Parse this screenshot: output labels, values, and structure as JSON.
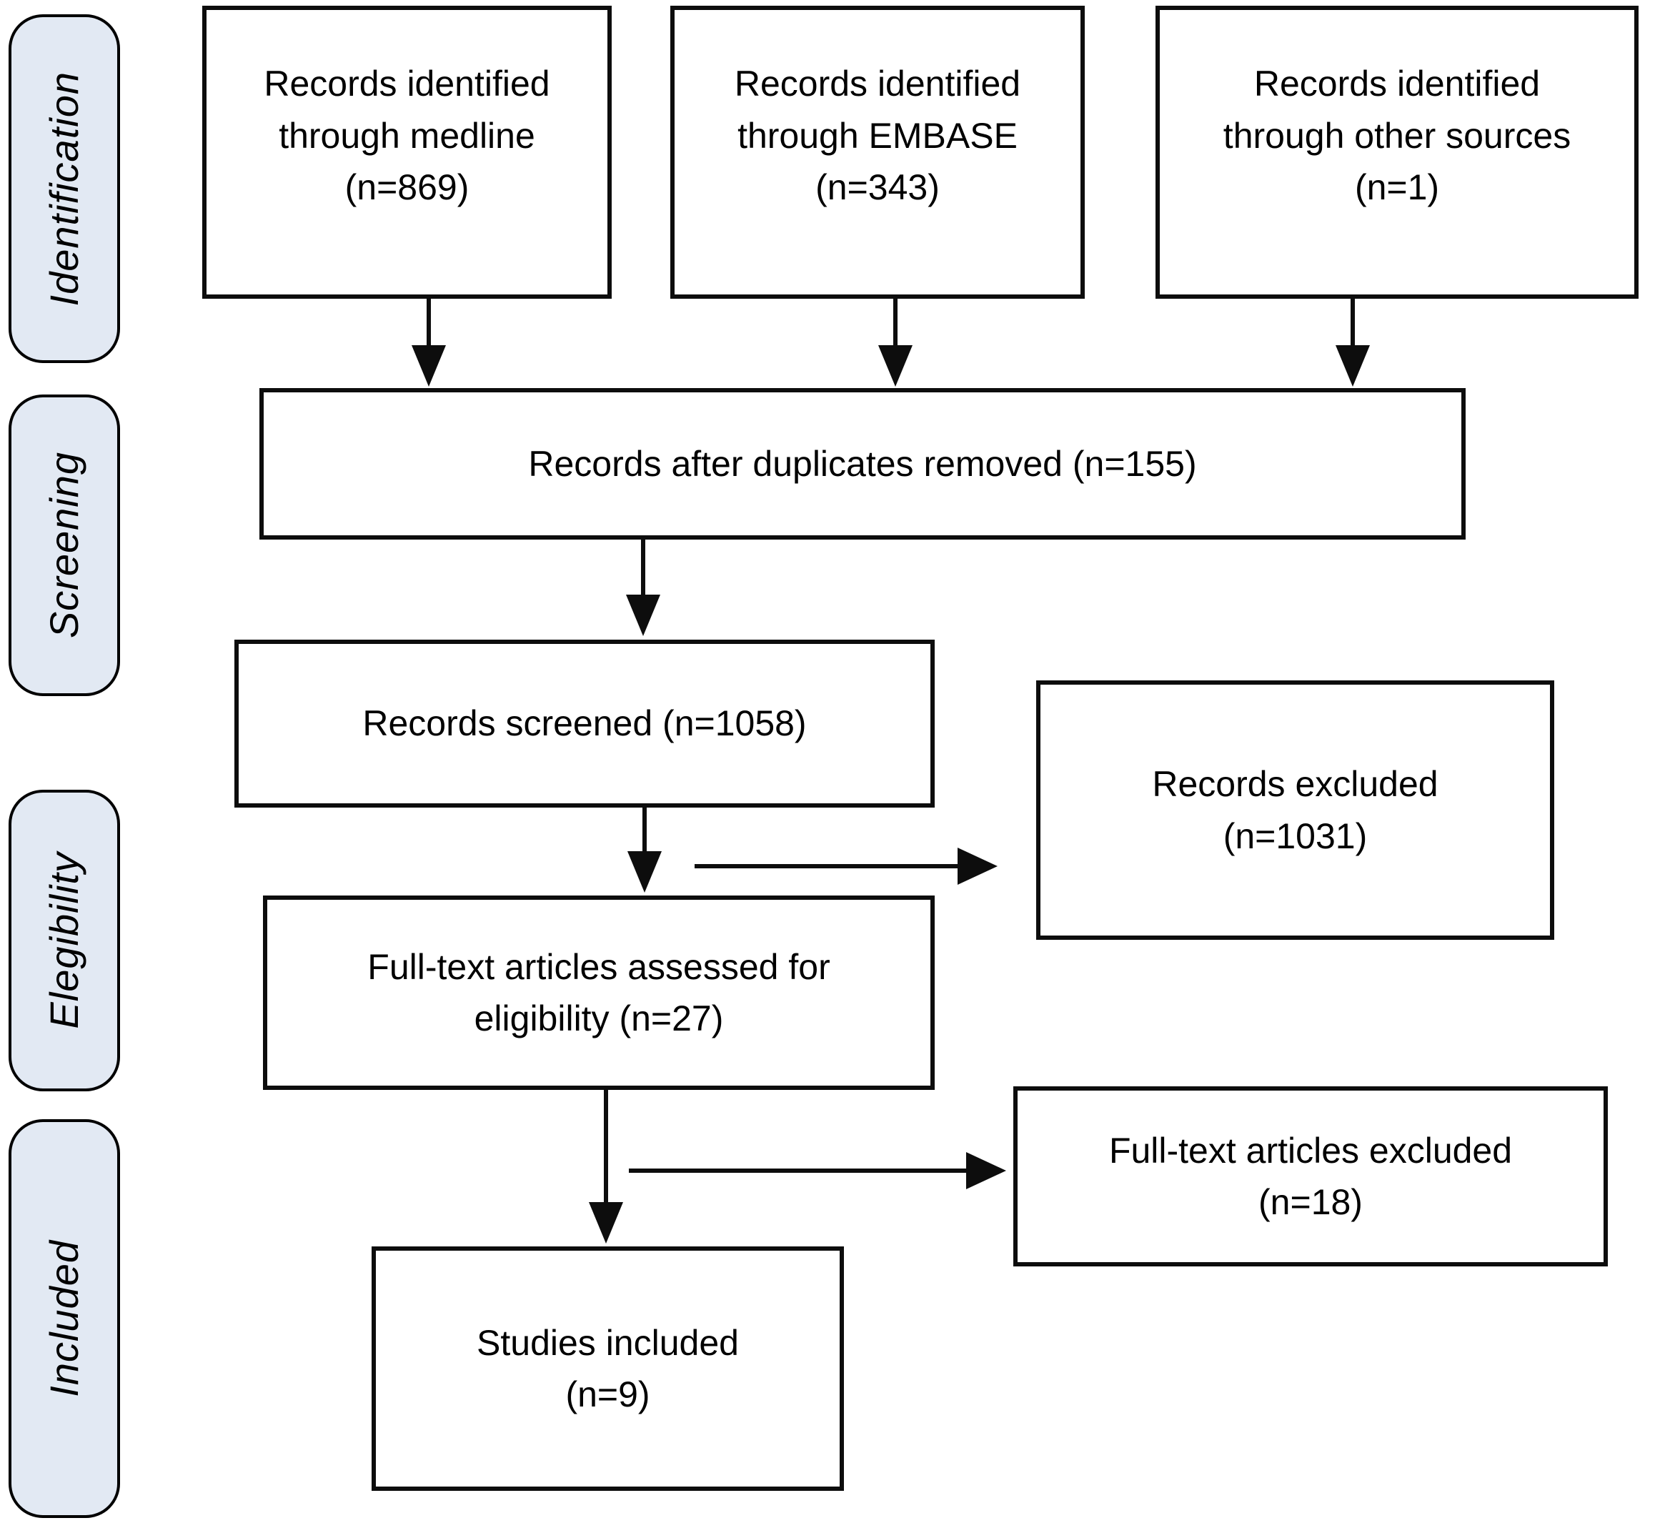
{
  "diagram": {
    "kind": "prisma-flow",
    "stages": [
      {
        "id": "identification",
        "label": "Identification"
      },
      {
        "id": "screening",
        "label": "Screening"
      },
      {
        "id": "eligibility",
        "label": "Elegibility"
      },
      {
        "id": "included",
        "label": "Included"
      }
    ],
    "nodes": {
      "medline": {
        "lines": [
          "Records identified",
          "through medline",
          "(n=869)"
        ],
        "n": 869
      },
      "embase": {
        "lines": [
          "Records identified",
          "through EMBASE",
          "(n=343)"
        ],
        "n": 343
      },
      "other_sources": {
        "lines": [
          "Records identified",
          "through other sources",
          "(n=1)"
        ],
        "n": 1
      },
      "duplicates_removed": {
        "lines": [
          "Records after duplicates removed (n=155)"
        ],
        "n": 155
      },
      "screened": {
        "lines": [
          "Records screened (n=1058)"
        ],
        "n": 1058
      },
      "records_excluded": {
        "lines": [
          "Records excluded",
          "(n=1031)"
        ],
        "n": 1031
      },
      "fulltext_assessed": {
        "lines": [
          "Full-text articles assessed for",
          "eligibility (n=27)"
        ],
        "n": 27
      },
      "fulltext_excluded": {
        "lines": [
          "Full-text articles excluded",
          "(n=18)"
        ],
        "n": 18
      },
      "studies_included": {
        "lines": [
          "Studies included",
          "(n=9)"
        ],
        "n": 9
      }
    },
    "colors": {
      "stage_fill": "#e2e9f3",
      "outline": "#000000",
      "node_fill": "#ffffff",
      "background": "#ffffff"
    }
  }
}
